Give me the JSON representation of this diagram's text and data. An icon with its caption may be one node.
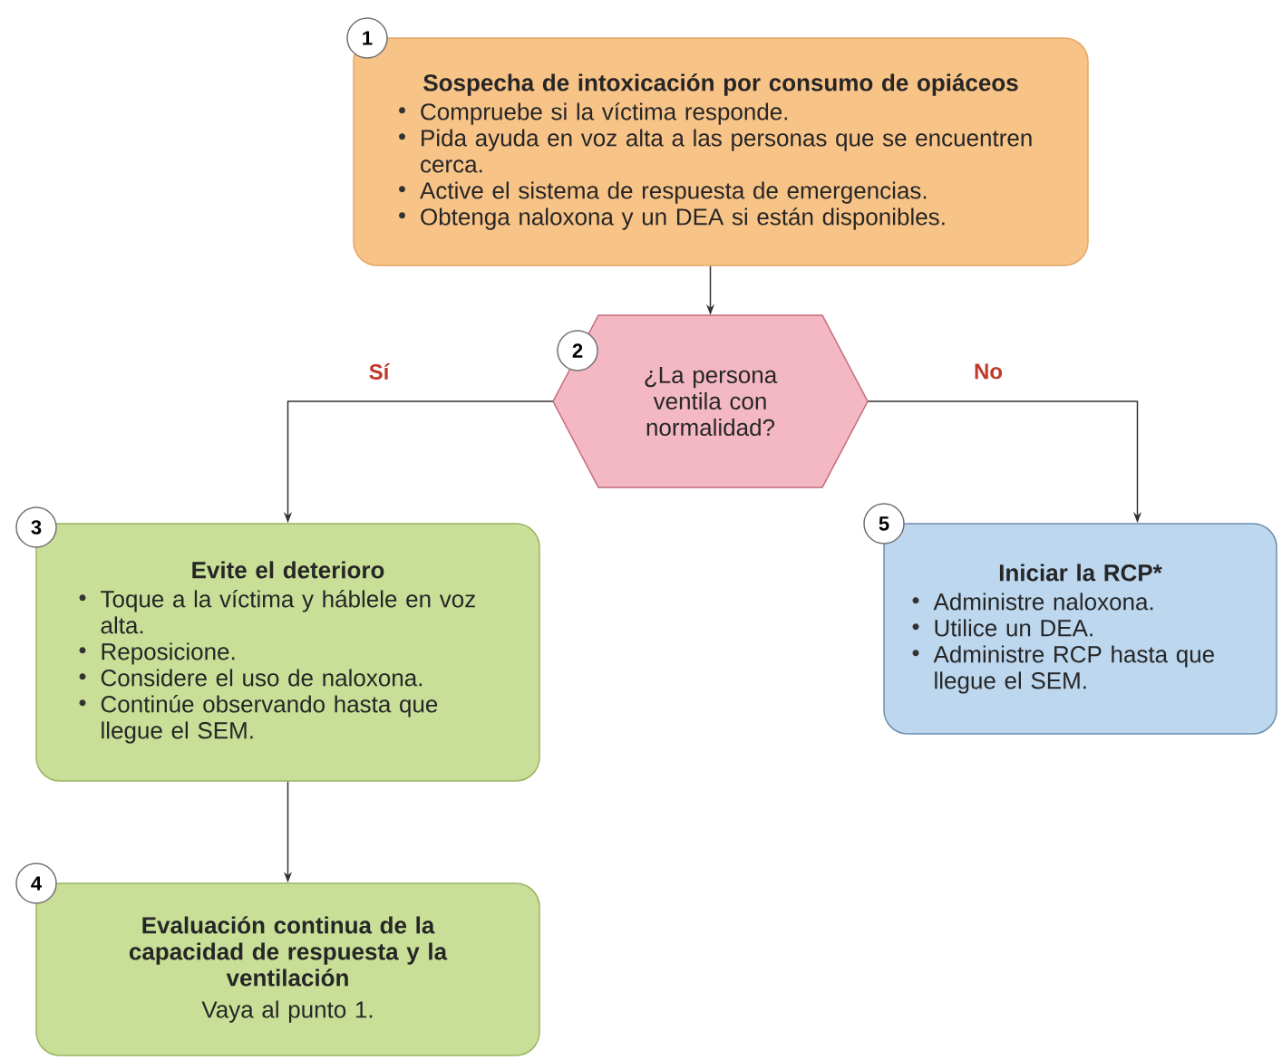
{
  "diagram": {
    "nodes": [
      {
        "text": [
          "1"
        ]
      },
      {
        "text": [
          "Sospecha de intoxicación por consumo de opiáceos",
          "Compruebe si la víctima responde.",
          "Pida ayuda en voz alta a las personas que se encuentren cerca.",
          "Active el sistema de respuesta de emergencias.",
          "Obtenga naloxona y un DEA si están disponibles."
        ]
      },
      {
        "text": [
          "2"
        ]
      },
      {
        "text": [
          "¿La persona ventila con normalidad?"
        ]
      },
      {
        "text": [
          "3"
        ]
      },
      {
        "text": [
          "Evite el deterioro",
          "Toque a la víctima y háblele en voz alta.",
          "Reposicione.",
          "Considere el uso de naloxona.",
          "Continúe observando hasta que llegue el SEM."
        ]
      },
      {
        "text": [
          "4"
        ]
      },
      {
        "text": [
          "Evaluación continua de la capacidad de respuesta y la ventilación",
          "Vaya al punto 1."
        ]
      },
      {
        "text": [
          "5"
        ]
      },
      {
        "text": [
          "Iniciar la RCP*",
          "Administre naloxona.",
          "Utilice un DEA.",
          "Administre RCP hasta que llegue el SEM."
        ]
      }
    ],
    "edges": [
      {
        "from": 1,
        "to": 3,
        "arrow": "to"
      },
      {
        "from": 3,
        "to": 5,
        "arrow": "to",
        "label": "Sí"
      },
      {
        "from": 3,
        "to": 9,
        "arrow": "to",
        "label": "No"
      },
      {
        "from": 5,
        "to": 7,
        "arrow": "to"
      }
    ]
  }
}
